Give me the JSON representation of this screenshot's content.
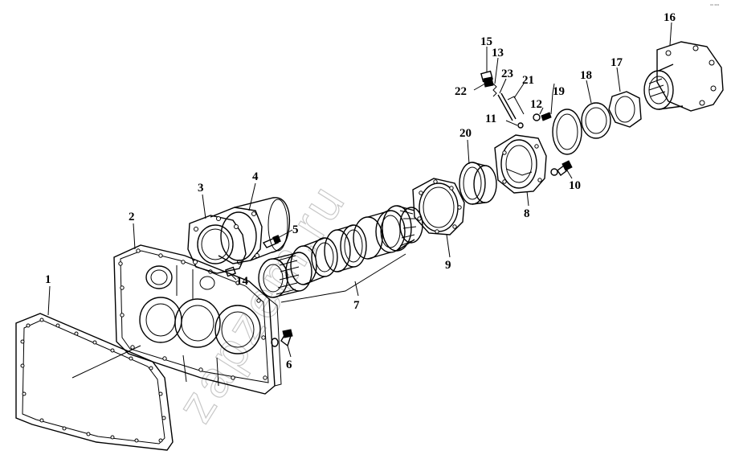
{
  "watermark": "zapzem.ru",
  "corner_note": "°° °°°",
  "callouts": {
    "c1": "1",
    "c2": "2",
    "c3": "3",
    "c4": "4",
    "c5": "5",
    "c6": "6",
    "c7": "7",
    "c8": "8",
    "c9": "9",
    "c10": "10",
    "c11": "11",
    "c12": "12",
    "c13": "13",
    "c14": "14",
    "c15": "15",
    "c16": "16",
    "c17": "17",
    "c18": "18",
    "c19": "19",
    "c20": "20",
    "c21": "21",
    "c22": "22",
    "c23": "23"
  }
}
